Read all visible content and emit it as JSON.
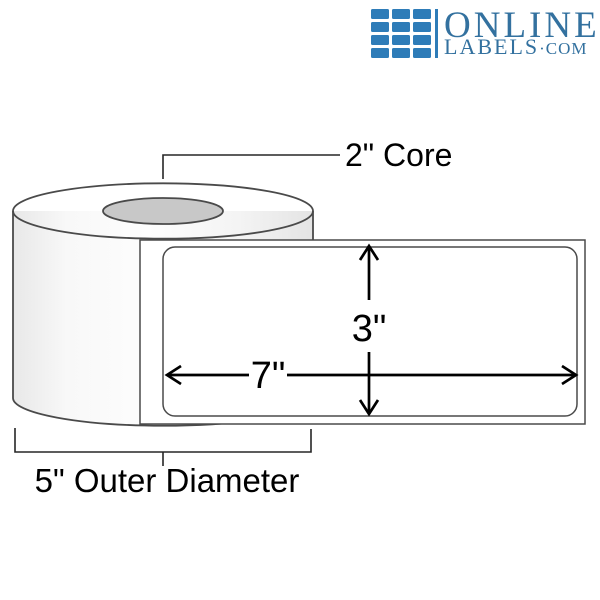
{
  "logo": {
    "brand_primary": "ONLINE",
    "brand_secondary": "LABELS",
    "brand_suffix": "·COM",
    "icon": "label-sheet-grid-icon",
    "colors": {
      "icon_blue": "#2E7CB8",
      "text_blue": "#33719F"
    }
  },
  "diagram": {
    "core_label": "2\" Core",
    "label_height": "3\"",
    "label_width": "7\"",
    "outer_diameter_label": "5\" Outer Diameter",
    "colors": {
      "dimension_line": "#000000",
      "roll_outline": "#4A4A4A",
      "core_fill": "#C8C8C8",
      "label_fill": "#FFFFFF"
    }
  }
}
